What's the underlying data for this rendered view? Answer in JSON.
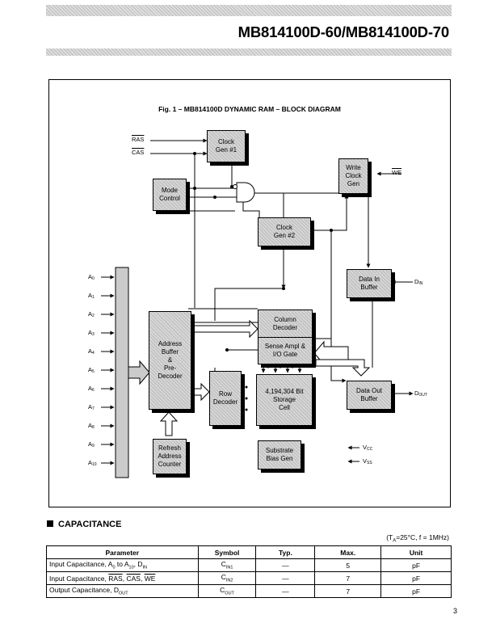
{
  "header": {
    "title": "MB814100D-60/MB814100D-70"
  },
  "figure": {
    "caption": "Fig. 1 – MB814100D DYNAMIC RAM – BLOCK DIAGRAM",
    "blocks": {
      "clock_gen_1": "Clock\nGen  #1",
      "mode_control": "Mode\nControl",
      "write_clock_gen": "Write\nClock\nGen",
      "clock_gen_2": "Clock\nGen #2",
      "data_in_buffer": "Data In\nBuffer",
      "column_decoder": "Column\nDecoder",
      "sense_amp": "Sense Ampl &\nI/O Gate",
      "address_buffer": "Address\nBuffer\n&\nPre-\nDecoder",
      "row_decoder": "Row\nDecoder",
      "storage_cell": "4,194,304 Bit\nStorage\nCell",
      "data_out_buffer": "Data Out\nBuffer",
      "refresh_counter": "Refresh\nAddress\nCounter",
      "substrate_bias": "Substrate\nBias Gen"
    },
    "signals": {
      "ras": "RAS",
      "cas": "CAS",
      "we": "WE",
      "din": "D",
      "din_sub": "IN",
      "dout": "D",
      "dout_sub": "OUT",
      "vcc": "V",
      "vcc_sub": "CC",
      "vss": "V",
      "vss_sub": "SS",
      "address_prefix": "A",
      "address_subs": [
        "0",
        "1",
        "2",
        "3",
        "4",
        "5",
        "6",
        "7",
        "8",
        "9",
        "10"
      ]
    }
  },
  "capacitance": {
    "heading": "CAPACITANCE",
    "conditions": "(T",
    "conditions_sub": "A",
    "conditions_rest": "=25°C, f = 1MHz)",
    "columns": [
      "Parameter",
      "Symbol",
      "Typ.",
      "Max.",
      "Unit"
    ],
    "rows": [
      {
        "p1": "Input Capacitance, A",
        "p1s": "0",
        "p2": " to A",
        "p2s": "10",
        "p3": ", D",
        "p3s": "IN",
        "sym": "C",
        "sym_sub": "IN1",
        "typ": "—",
        "max": "5",
        "unit": "pF"
      },
      {
        "p1": "Input Capacitance, ",
        "o1": "RAS",
        "s1": ", ",
        "o2": "CAS",
        "s2": ", ",
        "o3": "WE",
        "sym": "C",
        "sym_sub": "IN2",
        "typ": "—",
        "max": "7",
        "unit": "pF"
      },
      {
        "p1": "Output Capacitance, D",
        "p1s": "OUT",
        "sym": "C",
        "sym_sub": "OUT",
        "typ": "—",
        "max": "7",
        "unit": "pF"
      }
    ]
  },
  "page_number": "3"
}
